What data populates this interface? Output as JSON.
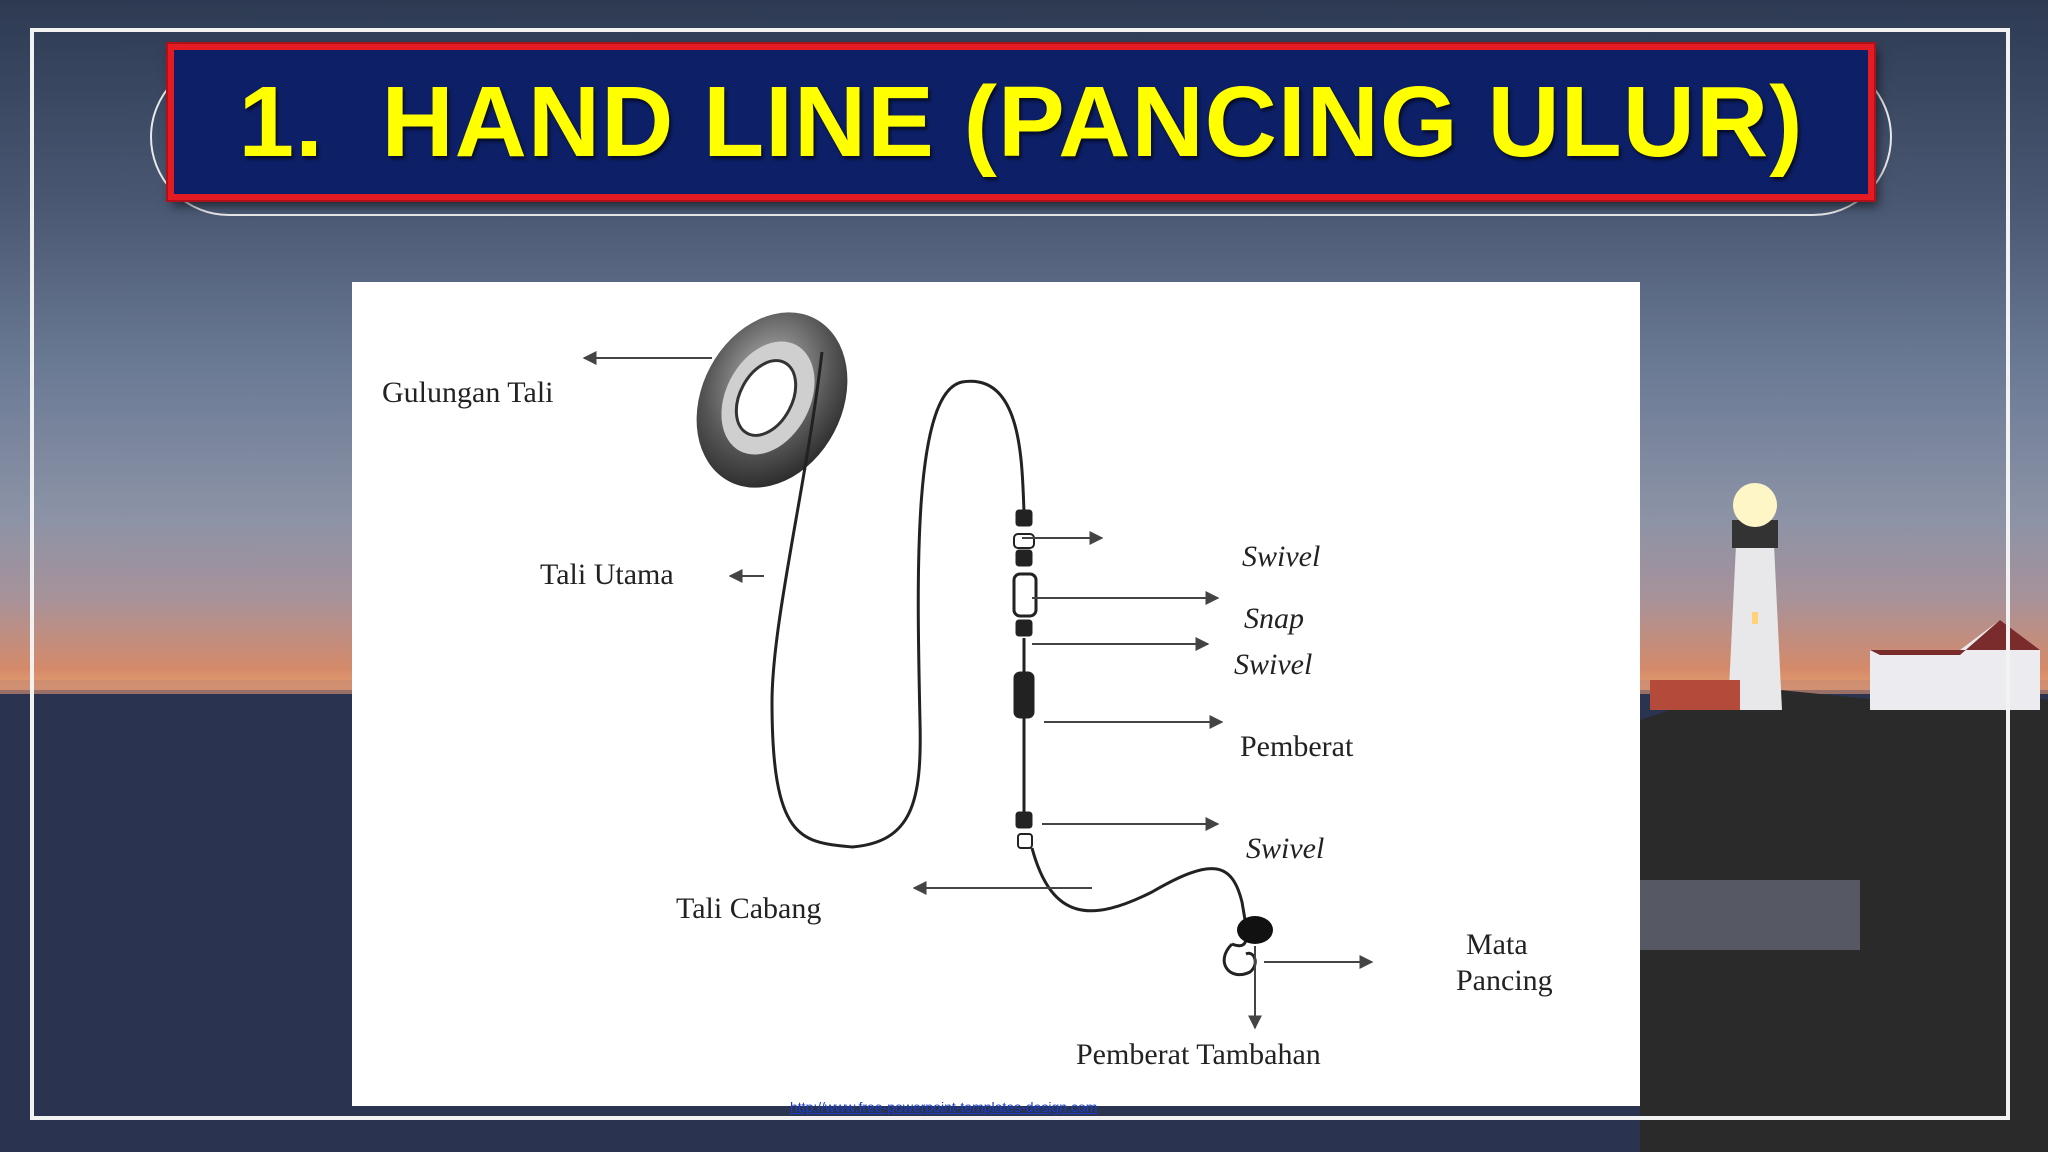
{
  "slide": {
    "title": "1.  HAND LINE (PANCING ULUR)",
    "source_link": "http://www.free-powerpoint-templates-design.com"
  },
  "diagram": {
    "labels": {
      "gulungan_tali": "Gulungan Tali",
      "tali_utama": "Tali Utama",
      "swivel_1": "Swivel",
      "snap": "Snap",
      "swivel_2": "Swivel",
      "pemberat": "Pemberat",
      "swivel_3": "Swivel",
      "tali_cabang": "Tali Cabang",
      "mata": "Mata",
      "pancing": "Pancing",
      "pemberat_tambahan": "Pemberat Tambahan"
    }
  },
  "colors": {
    "title_bg": "#0d1f66",
    "title_text": "#ffff00",
    "title_border": "#e41b23"
  }
}
